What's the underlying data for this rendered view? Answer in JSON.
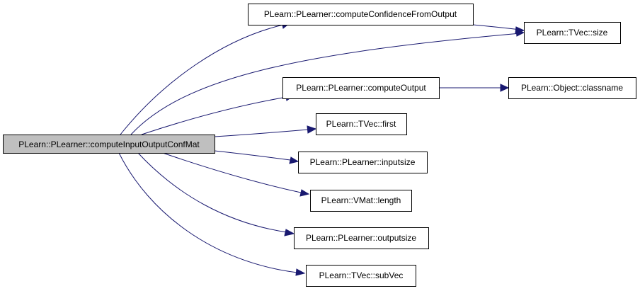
{
  "nodes": {
    "root": "PLearn::PLearner::computeInputOutputConfMat",
    "confidence": "PLearn::PLearner::computeConfidenceFromOutput",
    "size": "PLearn::TVec::size",
    "computeOutput": "PLearn::PLearner::computeOutput",
    "classname": "PLearn::Object::classname",
    "first": "PLearn::TVec::first",
    "inputsize": "PLearn::PLearner::inputsize",
    "length": "PLearn::VMat::length",
    "outputsize": "PLearn::PLearner::outputsize",
    "subVec": "PLearn::TVec::subVec"
  },
  "colors": {
    "edge": "#191970",
    "root_fill": "#bfbfbf",
    "node_fill": "#ffffff",
    "node_border": "#000000"
  }
}
